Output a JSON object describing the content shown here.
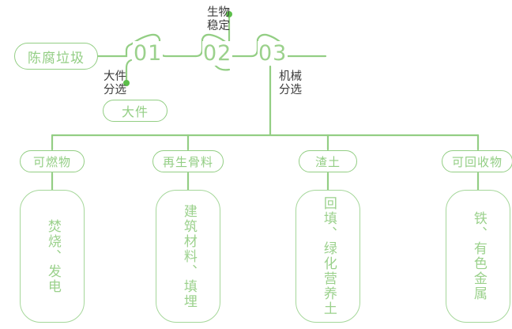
{
  "colors": {
    "line": "#93CE84",
    "node_text": "#9BD18C",
    "caption_text": "#3C3C3C",
    "background": "#ffffff"
  },
  "flow": {
    "source": {
      "label": "陈腐垃圾"
    },
    "stages": [
      {
        "number": "01",
        "process": "大件\n分选",
        "output": "大件"
      },
      {
        "number": "02",
        "process": "生物\n稳定"
      },
      {
        "number": "03",
        "process": "机械\n分选"
      }
    ]
  },
  "outputs": [
    {
      "category": "可燃物",
      "destination": "焚烧、发电"
    },
    {
      "category": "再生骨料",
      "destination": "建筑材料、填埋"
    },
    {
      "category": "渣土",
      "destination": "回填、绿化营养土"
    },
    {
      "category": "可回收物",
      "destination": "铁、有色金属"
    }
  ]
}
